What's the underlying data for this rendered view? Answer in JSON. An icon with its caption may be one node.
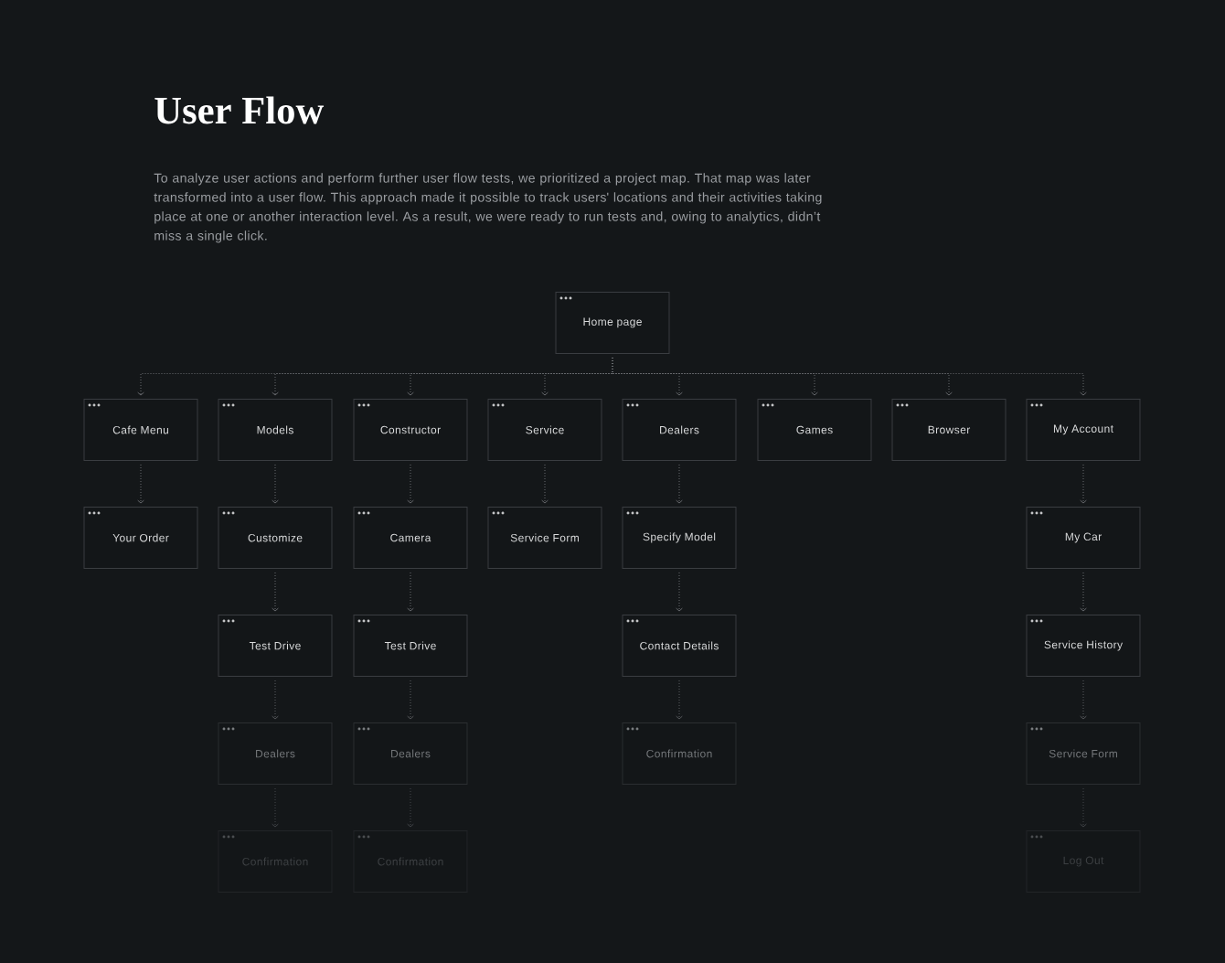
{
  "diagram": {
    "title": "User Flow",
    "nodes": [
      {
        "text": [
          "Home page"
        ]
      },
      {
        "text": [
          "Cafe Menu"
        ]
      },
      {
        "text": [
          "Models"
        ]
      },
      {
        "text": [
          "Constructor"
        ]
      },
      {
        "text": [
          "Service"
        ]
      },
      {
        "text": [
          "Dealers"
        ]
      },
      {
        "text": [
          "Games"
        ]
      },
      {
        "text": [
          "Browser"
        ]
      },
      {
        "text": [
          "My Account"
        ]
      },
      {
        "text": [
          "Your Order"
        ]
      },
      {
        "text": [
          "Customize"
        ]
      },
      {
        "text": [
          "Camera"
        ]
      },
      {
        "text": [
          "Service Form"
        ]
      },
      {
        "text": [
          "Specify Model"
        ]
      },
      {
        "text": [
          "My Car"
        ]
      },
      {
        "text": [
          "Test Drive"
        ]
      },
      {
        "text": [
          "Test Drive"
        ]
      },
      {
        "text": [
          "Contact Details"
        ]
      },
      {
        "text": [
          "Service History"
        ]
      },
      {
        "text": [
          "Dealers"
        ]
      },
      {
        "text": [
          "Dealers"
        ]
      },
      {
        "text": [
          "Confirmation"
        ]
      },
      {
        "text": [
          "Service Form"
        ]
      },
      {
        "text": [
          "Confirmation"
        ]
      },
      {
        "text": [
          "Confirmation"
        ]
      },
      {
        "text": [
          "Log Out"
        ]
      }
    ],
    "edges": [
      {
        "from": 0,
        "to": 1,
        "arrow": "to"
      },
      {
        "from": 0,
        "to": 2,
        "arrow": "to"
      },
      {
        "from": 0,
        "to": 3,
        "arrow": "to"
      },
      {
        "from": 0,
        "to": 4,
        "arrow": "to"
      },
      {
        "from": 0,
        "to": 5,
        "arrow": "to"
      },
      {
        "from": 0,
        "to": 6,
        "arrow": "to"
      },
      {
        "from": 0,
        "to": 7,
        "arrow": "to"
      },
      {
        "from": 0,
        "to": 8,
        "arrow": "to"
      },
      {
        "from": 1,
        "to": 9,
        "arrow": "to"
      },
      {
        "from": 2,
        "to": 10,
        "arrow": "to"
      },
      {
        "from": 3,
        "to": 11,
        "arrow": "to"
      },
      {
        "from": 4,
        "to": 12,
        "arrow": "to"
      },
      {
        "from": 5,
        "to": 13,
        "arrow": "to"
      },
      {
        "from": 8,
        "to": 14,
        "arrow": "to"
      },
      {
        "from": 10,
        "to": 15,
        "arrow": "to"
      },
      {
        "from": 11,
        "to": 16,
        "arrow": "to"
      },
      {
        "from": 13,
        "to": 17,
        "arrow": "to"
      },
      {
        "from": 14,
        "to": 18,
        "arrow": "to"
      },
      {
        "from": 15,
        "to": 19,
        "arrow": "to"
      },
      {
        "from": 16,
        "to": 20,
        "arrow": "to"
      },
      {
        "from": 17,
        "to": 21,
        "arrow": "to"
      },
      {
        "from": 18,
        "to": 22,
        "arrow": "to"
      },
      {
        "from": 19,
        "to": 23,
        "arrow": "to"
      },
      {
        "from": 20,
        "to": 24,
        "arrow": "to"
      },
      {
        "from": 22,
        "to": 25,
        "arrow": "to"
      }
    ],
    "labels": [
      "To analyze user actions and perform further user flow tests, we prioritized a project map. That map was later transformed into a user flow. This approach made it possible to track users' locations and their activities taking place at one or another interaction level. As a result, we were ready to run tests and, owing to analytics, didn’t miss a single click."
    ]
  }
}
